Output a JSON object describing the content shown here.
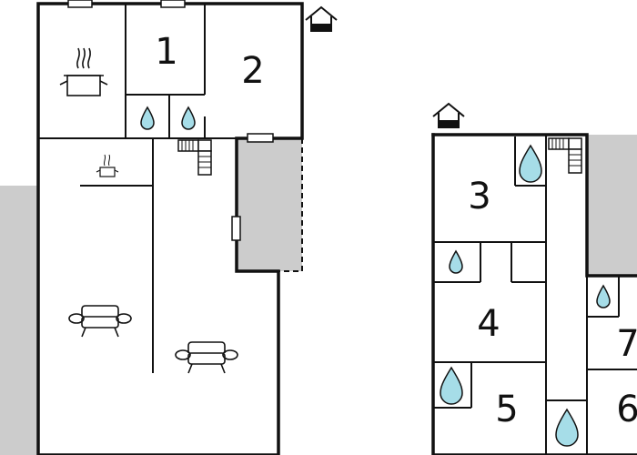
{
  "rooms": [
    {
      "id": "1",
      "label": "1"
    },
    {
      "id": "2",
      "label": "2"
    },
    {
      "id": "3",
      "label": "3"
    },
    {
      "id": "4",
      "label": "4"
    },
    {
      "id": "5",
      "label": "5"
    },
    {
      "id": "6",
      "label": "6"
    },
    {
      "id": "7",
      "label": "7"
    }
  ],
  "icons": {
    "entrance": "house-entrance-icon",
    "kitchen": "cooking-pot-icon",
    "bathroom": "water-drop-icon",
    "stairs": "stairs-icon",
    "living": "sofa-icon"
  },
  "colors": {
    "wall": "#111111",
    "outdoor": "#cccccc",
    "water": "#a6dde8",
    "background": "#ffffff"
  }
}
